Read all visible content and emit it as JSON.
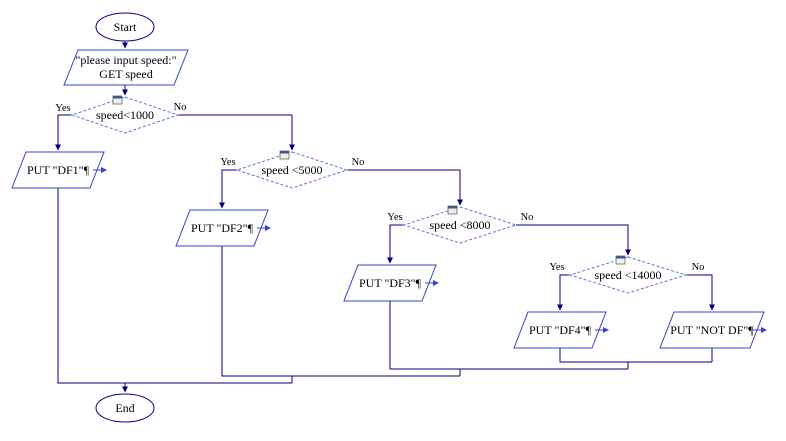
{
  "colors": {
    "connector_line": "#000080",
    "io_border": "#3344cc",
    "decision_border": "#5577dd",
    "terminal_border": "#000080",
    "text": "#000000",
    "background": "#ffffff"
  },
  "flowchart": {
    "start_label": "Start",
    "end_label": "End",
    "input_node": {
      "line1": "\"please input speed:\"",
      "line2": "GET speed"
    },
    "decisions": [
      {
        "condition": "speed<1000",
        "yes_label": "Yes",
        "no_label": "No"
      },
      {
        "condition": "speed <5000",
        "yes_label": "Yes",
        "no_label": "No"
      },
      {
        "condition": "speed <8000",
        "yes_label": "Yes",
        "no_label": "No"
      },
      {
        "condition": "speed <14000",
        "yes_label": "Yes",
        "no_label": "No"
      }
    ],
    "outputs": [
      {
        "label": "PUT \"DF1\"¶"
      },
      {
        "label": "PUT \"DF2\"¶"
      },
      {
        "label": "PUT \"DF3\"¶"
      },
      {
        "label": "PUT \"DF4\"¶"
      },
      {
        "label": "PUT \"NOT DF\"¶"
      }
    ]
  }
}
